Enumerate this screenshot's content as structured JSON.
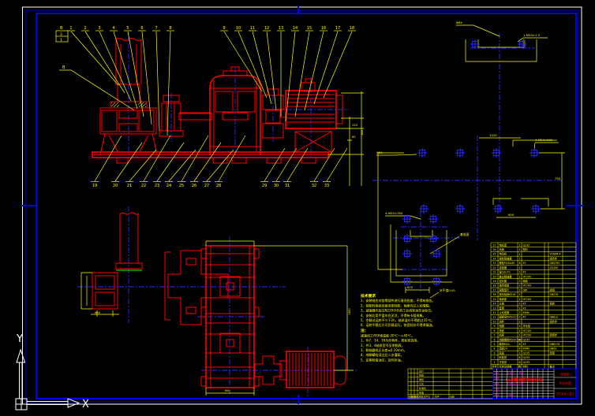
{
  "window": {
    "background": "#000000"
  },
  "colors": {
    "part_outline": "#ff0000",
    "dimension": "#ffff00",
    "centerline": "#2a2aff",
    "frame": "#0000dd",
    "sheet_edge": "#ffffff",
    "detail_text": "#ff00ff",
    "highlight": "#00ff00"
  },
  "ucs": {
    "x_label": "X",
    "y_label": "Y"
  },
  "front_view": {
    "stack_label": "B",
    "stack_cells": [
      "3",
      "1"
    ],
    "section_label": "B",
    "balloons_top": [
      "1",
      "2",
      "3",
      "4",
      "5",
      "6",
      "7",
      "8",
      "9",
      "10",
      "11",
      "12",
      "13",
      "14",
      "15",
      "16",
      "17",
      "18"
    ],
    "balloons_bottom": [
      "19",
      "20",
      "21",
      "22",
      "23",
      "24",
      "25",
      "26",
      "27",
      "28",
      "29",
      "30",
      "31",
      "32",
      "33"
    ],
    "dim_labels": [
      "120",
      "85",
      "548"
    ]
  },
  "plan_view": {
    "dim_labels": [
      "Φ90",
      "600",
      "1480"
    ]
  },
  "foundation_view": {
    "annotations": [
      "Φ84",
      "1-M20×1.5",
      "4-M24×500",
      "Φ64",
      "4-M20×350",
      "1420",
      "600",
      "750",
      "870",
      "水平度0.05",
      "基准面"
    ]
  },
  "notes": {
    "title1": "技术要求",
    "section1": [
      "1、安装前应对各零部件进行清洗检查，不得有损伤。",
      "2、装配时各结合面涂密封胶，轴承内注入润滑脂。",
      "3、减速器内加注N220中负荷工业齿轮油至油标位。",
      "4、安装后用手盘车应灵活，不得有卡阻现象。",
      "5、空载试运转不少于2h，轴承温升不得超过35℃。",
      "6、运转平稳后方可负载运行，各密封处不得渗漏油。"
    ],
    "title2": "注：",
    "section2": [
      "减速机工作环境温度-20℃～+40℃。",
      "1、件7、14、16为外购件，按标准选用。",
      "2、件3、4轴承型号见明细表。",
      "3、联轴器找正允差≤0.10mm。",
      "4、地脚螺栓浇注后二次灌浆。",
      "5、定期检查油位，及时补油。"
    ]
  },
  "parts_table": {
    "header": [
      "序号",
      "名称及规格",
      "数",
      "材料",
      "备注"
    ],
    "rows": [
      [
        "27",
        "电机罩",
        "1",
        "Q235",
        ""
      ],
      [
        "26",
        "风扇",
        "1",
        "塑料",
        ""
      ],
      [
        "25",
        "电动机",
        "1",
        "",
        "Y160M-4"
      ],
      [
        "24",
        "弹性联轴器",
        "1",
        "",
        "组合件"
      ],
      [
        "23",
        "螺栓M16×60",
        "8",
        "45",
        "GB5782"
      ],
      [
        "22",
        "减速器",
        "1",
        "",
        "ZQ350"
      ],
      [
        "21",
        "键18×70",
        "2",
        "45",
        ""
      ],
      [
        "20",
        "输出联轴器",
        "1",
        "HT200",
        ""
      ],
      [
        "19",
        "密封圈",
        "2",
        "橡胶",
        ""
      ],
      [
        "18",
        "轴承端盖",
        "2",
        "HT200",
        ""
      ],
      [
        "17",
        "调整垫片",
        "2",
        "08F",
        "成组"
      ],
      [
        "16",
        "滚动轴承6216",
        "2",
        "",
        "GB276"
      ],
      [
        "15",
        "轴承座",
        "1",
        "HT200",
        ""
      ],
      [
        "14",
        "立轴",
        "1",
        "45",
        "调质"
      ],
      [
        "13",
        "套筒",
        "1",
        "45",
        ""
      ],
      [
        "12",
        "止动垫圈",
        "2",
        "65Mn",
        ""
      ],
      [
        "11",
        "圆螺母M45×1.5",
        "2",
        "45",
        "GB812"
      ],
      [
        "10",
        "油杯",
        "2",
        "",
        "组合件"
      ],
      [
        "9",
        "毡圈",
        "2",
        "羊毛毡",
        ""
      ],
      [
        "8",
        "透盖",
        "1",
        "HT200",
        ""
      ],
      [
        "7",
        "机座",
        "1",
        "HT200",
        "焊接件"
      ],
      [
        "6",
        "地脚螺栓M24×500",
        "4",
        "Q235",
        ""
      ],
      [
        "5",
        "螺母M24",
        "8",
        "45",
        "GB6170"
      ],
      [
        "4",
        "垫圈24",
        "8",
        "65Mn",
        "GB93"
      ],
      [
        "3",
        "底板",
        "1",
        "Q235",
        "焊接"
      ],
      [
        "2",
        "斜垫铁",
        "8",
        "Q235",
        ""
      ],
      [
        "1",
        "平垫铁",
        "8",
        "Q235",
        ""
      ]
    ]
  },
  "revision_table": {
    "labels": [
      "设计",
      "校核",
      "审核",
      "工艺",
      "标准化",
      "批准",
      "标记",
      "处数",
      "分区",
      "更改文件号",
      "签字",
      "日期"
    ]
  },
  "title_block": {
    "product_name": "LLX螺旋密封给料机",
    "field_top_right": "装配图",
    "field_mid_right": "传动装置",
    "drawing_no": "DS.K4—B2",
    "cells": [
      "设计",
      "校核",
      "审核",
      "工艺",
      "批准",
      "标准化",
      "阶段标记",
      "日期",
      "质量",
      "比例"
    ]
  }
}
